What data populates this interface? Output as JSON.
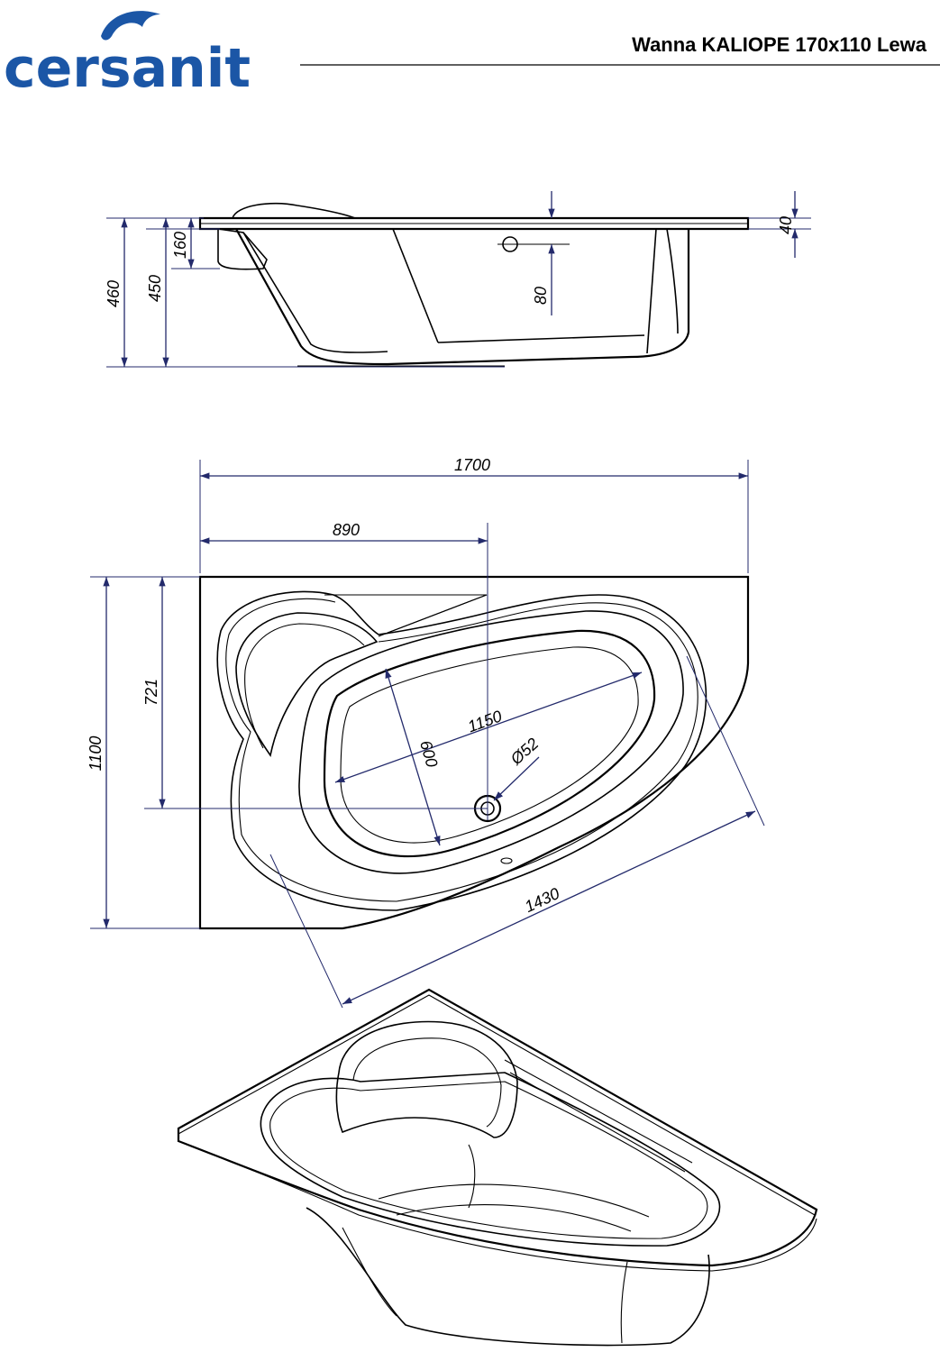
{
  "brand": {
    "name": "cersanit",
    "logo_icon": "dolphin-icon",
    "brand_color": "#1b56a6",
    "dim_color": "#232a6b"
  },
  "header": {
    "title": "Wanna KALIOPE 170x110 Lewa"
  },
  "side_view": {
    "dims": {
      "total_height": "460",
      "inner_height": "450",
      "headrest": "160",
      "rim": "40",
      "overflow": "80"
    }
  },
  "top_view": {
    "dims": {
      "length": "1700",
      "to_drain": "890",
      "width": "1100",
      "drain_offset": "721",
      "inner_length": "1150",
      "inner_width": "600",
      "drain_diameter": "Ø52",
      "diagonal": "1430"
    }
  }
}
